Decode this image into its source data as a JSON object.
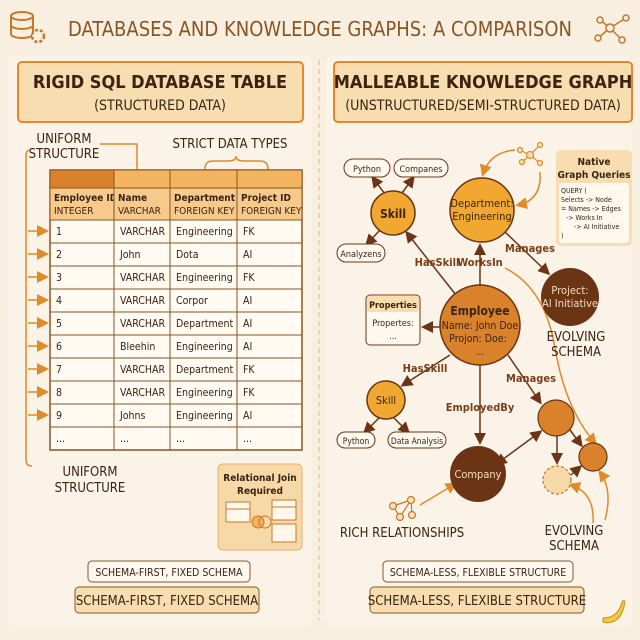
{
  "title": "DATABASES AND KNOWLEDGE GRAPHS: A COMPARISON",
  "icons": {
    "top_left": "database-gear-icon",
    "top_right": "graph-network-icon",
    "bottom_right": "banana-icon"
  },
  "colors": {
    "background": "#f8efe0",
    "accent": "#e8942f",
    "dark_node": "#6b3414",
    "text_brown": "#7a3e16"
  },
  "left": {
    "header_title": "RIGID SQL DATABASE TABLE",
    "header_subtitle": "(STRUCTURED DATA)",
    "uniform_top": [
      "UNIFORM",
      "STRUCTURE"
    ],
    "strict_types": "STRICT DATA TYPES",
    "table": {
      "columns": [
        {
          "name": "Employee ID",
          "type": "INTEGER"
        },
        {
          "name": "Name",
          "type": "VARCHAR"
        },
        {
          "name": "Department",
          "type": "FOREIGN KEY"
        },
        {
          "name": "Project ID",
          "type": "FOREIGN KEY"
        }
      ],
      "rows": [
        [
          "1",
          "VARCHAR",
          "Engineering",
          "FK"
        ],
        [
          "2",
          "John",
          "Dota",
          "AI"
        ],
        [
          "3",
          "VARCHAR",
          "Engineering",
          "FK"
        ],
        [
          "4",
          "VARCHAR",
          "Corpor",
          "AI"
        ],
        [
          "5",
          "VARCHAR",
          "Department",
          "AI"
        ],
        [
          "6",
          "Bleehin",
          "Engineering",
          "AI"
        ],
        [
          "7",
          "VARCHAR",
          "Department",
          "FK"
        ],
        [
          "8",
          "VARCHAR",
          "Engineering",
          "FK"
        ],
        [
          "9",
          "Johns",
          "Engineering",
          "AI"
        ],
        [
          "...",
          "...",
          "...",
          "..."
        ]
      ]
    },
    "uniform_bottom": [
      "UNIFORM",
      "STRUCTURE"
    ],
    "join_box": [
      "Relational Join",
      "Required"
    ],
    "badge_small": "SCHEMA-FIRST, FIXED SCHEMA",
    "badge_large": "SCHEMA-FIRST, FIXED SCHEMA"
  },
  "right": {
    "header_title": "MALLEABLE KNOWLEDGE GRAPH",
    "header_subtitle": "(UNSTRUCTURED/SEMI-STRUCTURED DATA)",
    "nodes": {
      "skill1": "Skill",
      "python1": "Python",
      "companes": "Companes",
      "analyzens": "Analyzens",
      "department": [
        "Department:",
        "Engineering"
      ],
      "project": [
        "Project:",
        "AI Initiative"
      ],
      "employee": [
        "Employee",
        "Name: John Doe",
        "Projon: Doe:",
        "..."
      ],
      "skill2": "Skill",
      "python2": "Python",
      "data_analysis": "Data Analysis",
      "company": "Company"
    },
    "edges": {
      "hasskill1": "HasSkill",
      "worksin": "WorksIn",
      "manages1": "Manages",
      "hasskill2": "HasSkill",
      "manages2": "Manages",
      "employedby": "EmployedBy"
    },
    "properties_box": {
      "title": "Properties",
      "lines": [
        "Propertes:",
        "..."
      ]
    },
    "queries_box": {
      "title": [
        "Native",
        "Graph Queries"
      ],
      "code": [
        "QUERY (",
        "Selects -> Node",
        "= Names -> Edges",
        "-> Works In",
        "-> AI   Initiative",
        ")"
      ]
    },
    "evolving_top": [
      "EVOLVING",
      "SCHEMA"
    ],
    "evolving_bottom": [
      "EVOLVING",
      "SCHEMA"
    ],
    "rich_relationships": "RICH RELATIONSHIPS",
    "badge_small": "SCHEMA-LESS, FLEXIBLE STRUCTURE",
    "badge_large": "SCHEMA-LESS, FLEXIBLE STRUCTURE"
  }
}
